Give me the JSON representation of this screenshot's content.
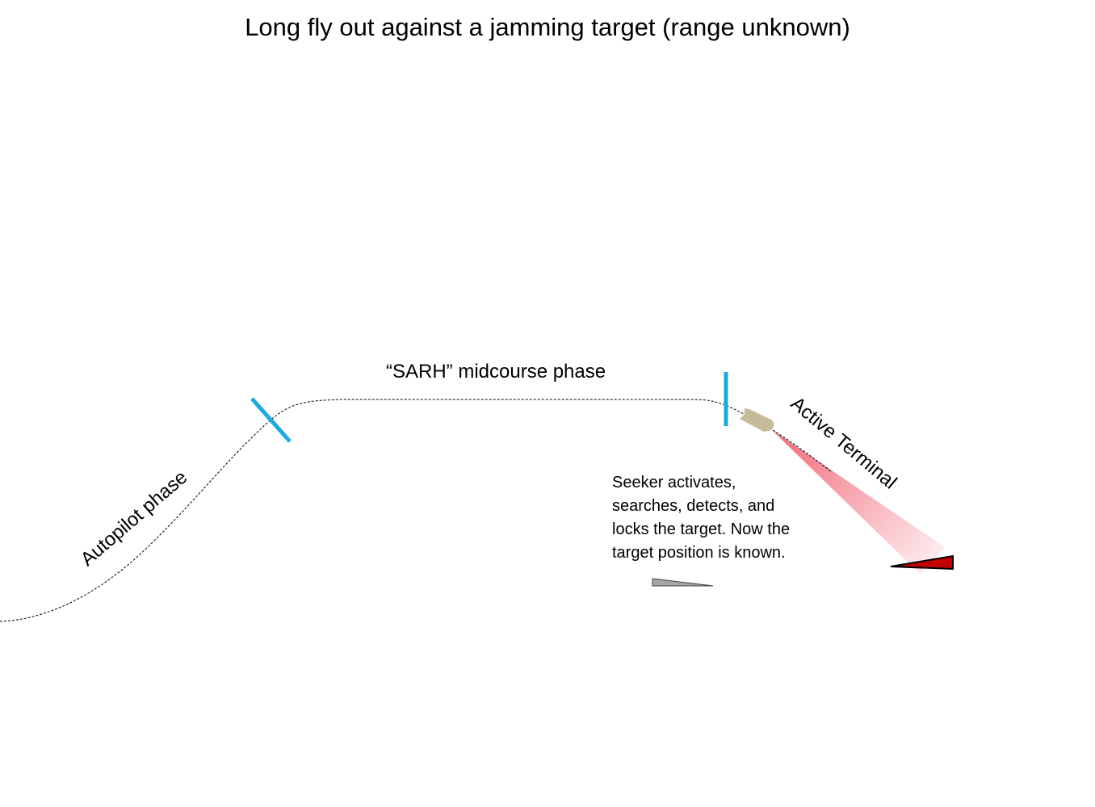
{
  "title": "Long fly out against a jamming target (range unknown)",
  "phases": {
    "autopilot": "Autopilot phase",
    "midcourse": "“SARH” midcourse phase",
    "terminal": "Active Terminal"
  },
  "note_lines": [
    "Seeker activates,",
    "searches, detects, and",
    "locks the target. Now the",
    "target position is known."
  ],
  "colors": {
    "phase_marker": "#1aa9e0",
    "flight_path": "#000000",
    "missile_body": "#c4bc98",
    "seeker_beam": "#f06070",
    "target_aircraft": "#c00000",
    "launch_aircraft": "#a6a6a6"
  }
}
